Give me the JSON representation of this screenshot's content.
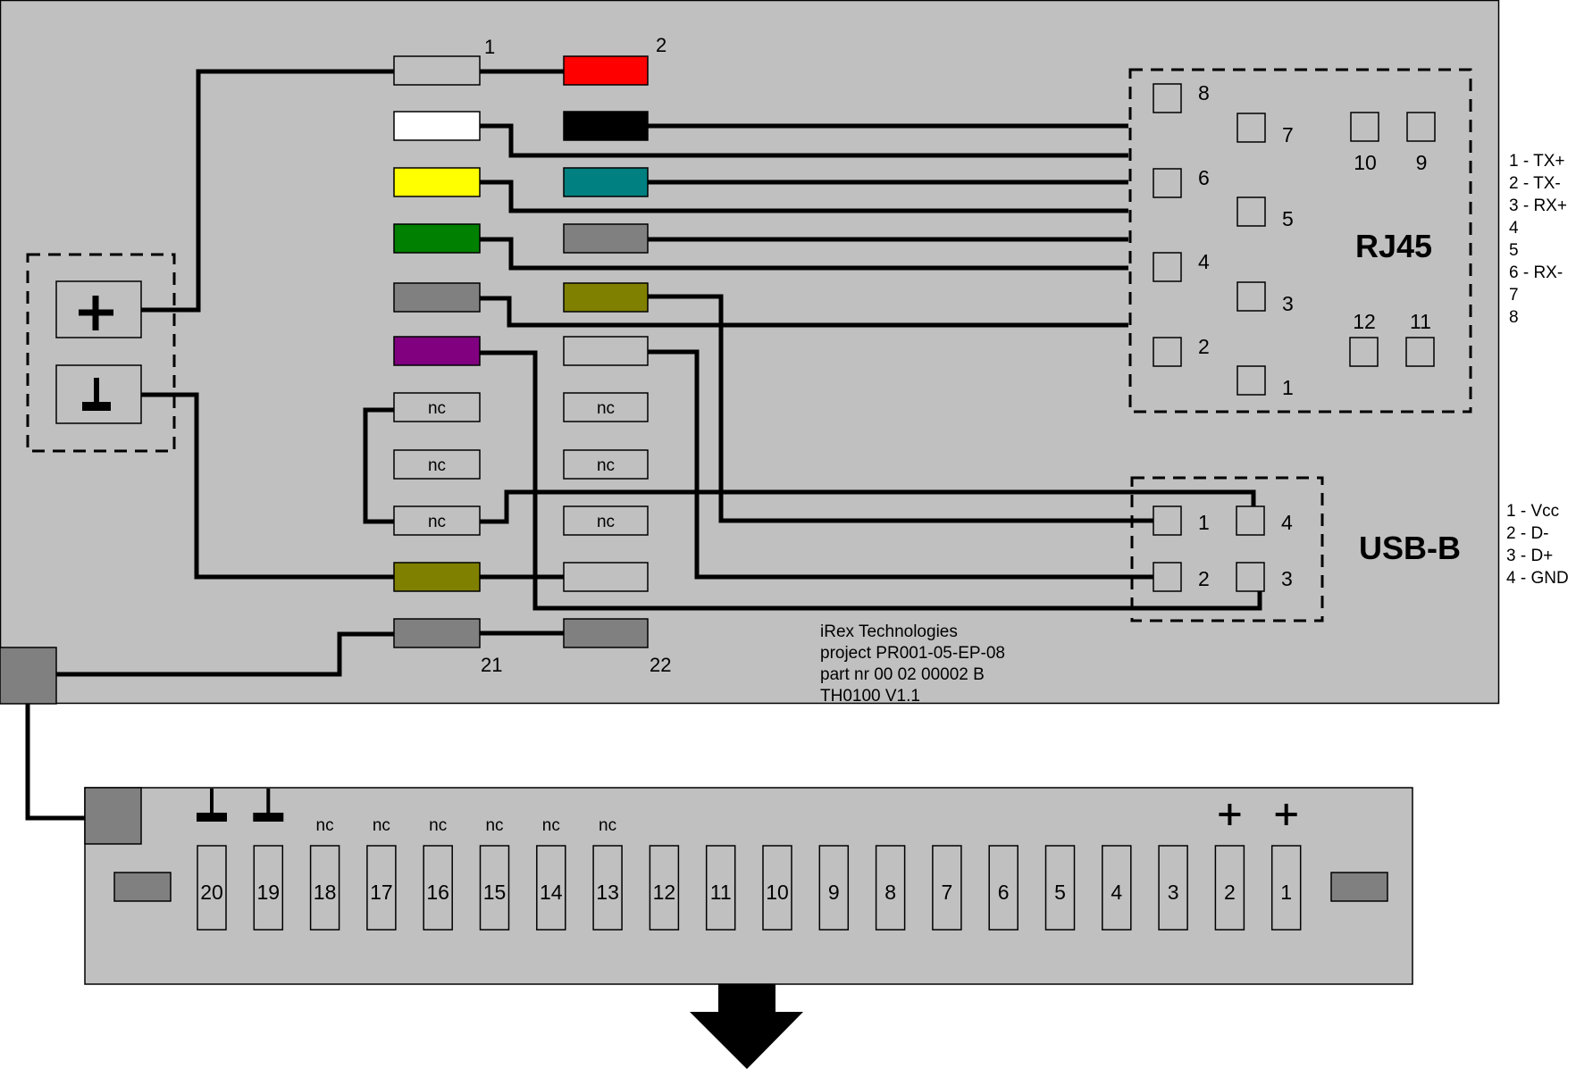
{
  "colors": {
    "board": "#c0c0c0",
    "wire": "#000000",
    "dark_pad": "#808080"
  },
  "top_board": {
    "pin_labels": {
      "pin1": "1",
      "pin2": "2",
      "pin21": "21",
      "pin22": "22"
    },
    "left_column": [
      {
        "color": "#c0c0c0",
        "label": ""
      },
      {
        "color": "#ffffff",
        "label": ""
      },
      {
        "color": "#ffff00",
        "label": ""
      },
      {
        "color": "#008000",
        "label": ""
      },
      {
        "color": "#808080",
        "label": ""
      },
      {
        "color": "#800080",
        "label": ""
      },
      {
        "color": "#c0c0c0",
        "label": "nc"
      },
      {
        "color": "#c0c0c0",
        "label": "nc"
      },
      {
        "color": "#c0c0c0",
        "label": "nc"
      },
      {
        "color": "#808000",
        "label": ""
      },
      {
        "color": "#808080",
        "label": ""
      }
    ],
    "right_column": [
      {
        "color": "#ff0000",
        "label": ""
      },
      {
        "color": "#000000",
        "label": ""
      },
      {
        "color": "#008080",
        "label": ""
      },
      {
        "color": "#808080",
        "label": ""
      },
      {
        "color": "#808000",
        "label": ""
      },
      {
        "color": "#c0c0c0",
        "label": ""
      },
      {
        "color": "#c0c0c0",
        "label": "nc"
      },
      {
        "color": "#c0c0c0",
        "label": "nc"
      },
      {
        "color": "#c0c0c0",
        "label": "nc"
      },
      {
        "color": "#c0c0c0",
        "label": ""
      },
      {
        "color": "#808080",
        "label": ""
      }
    ],
    "power": {
      "plus_symbol": "+",
      "ground_symbol": "ground"
    },
    "rj45": {
      "title": "RJ45",
      "pins": [
        "1",
        "2",
        "3",
        "4",
        "5",
        "6",
        "7",
        "8",
        "9",
        "10",
        "11",
        "12"
      ]
    },
    "usb": {
      "title": "USB-B",
      "pins": [
        "1",
        "2",
        "3",
        "4"
      ]
    },
    "info_block": [
      "iRex Technologies",
      "project PR001-05-EP-08",
      "part nr 00 02 00002 B",
      "TH0100 V1.1"
    ]
  },
  "legend_rj45": [
    "1 - TX+",
    "2 - TX-",
    "3 - RX+",
    "4",
    "5",
    "6 - RX-",
    "7",
    "8"
  ],
  "legend_usb": [
    "1 - Vcc",
    "2 - D-",
    "3 - D+",
    "4 - GND"
  ],
  "bottom_connector": {
    "pins": [
      "20",
      "19",
      "18",
      "17",
      "16",
      "15",
      "14",
      "13",
      "12",
      "11",
      "10",
      "9",
      "8",
      "7",
      "6",
      "5",
      "4",
      "3",
      "2",
      "1"
    ],
    "markers": [
      "ground",
      "ground",
      "nc",
      "nc",
      "nc",
      "nc",
      "nc",
      "nc",
      "",
      "",
      "",
      "",
      "",
      "",
      "",
      "",
      "",
      "",
      "+",
      "+"
    ]
  }
}
